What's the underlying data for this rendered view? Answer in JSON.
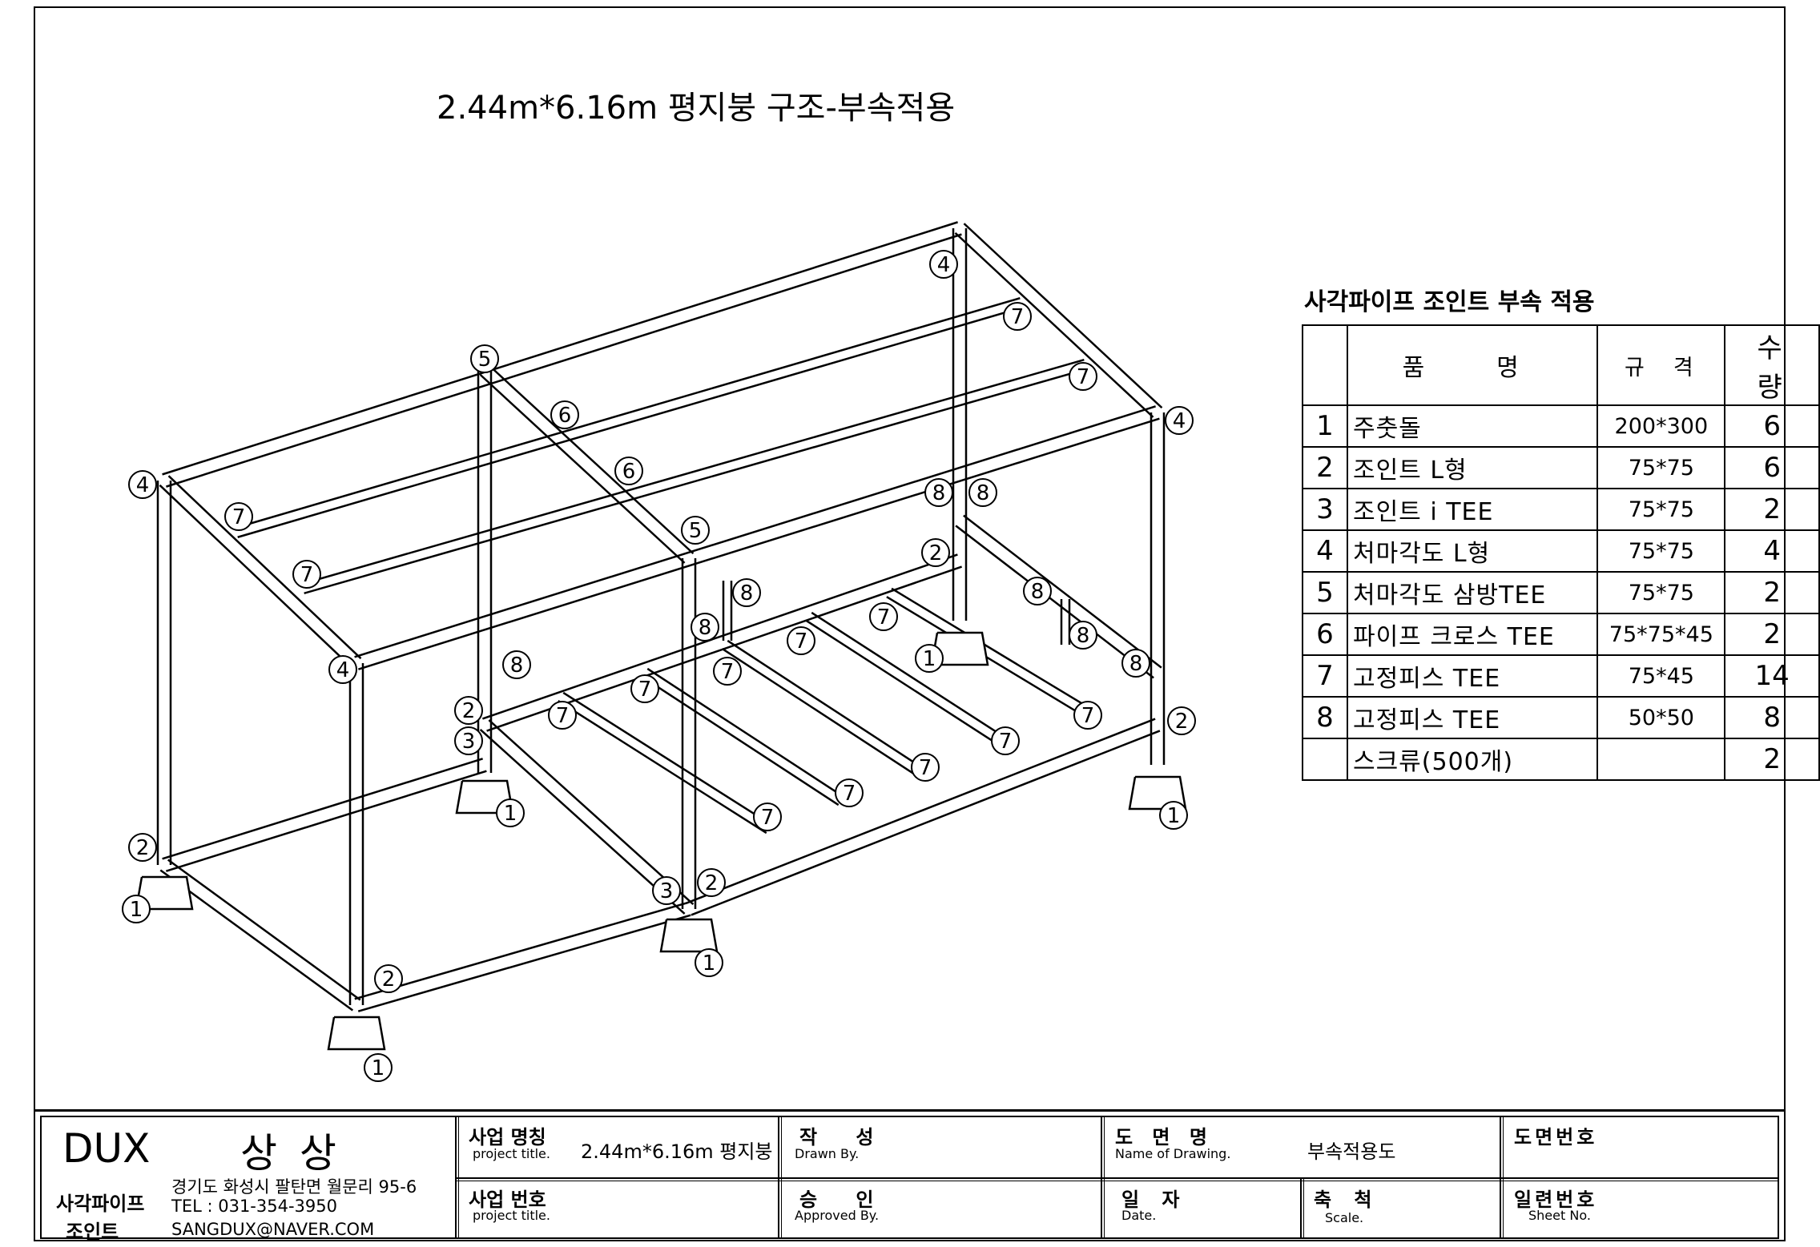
{
  "drawing_title": "2.44m*6.16m 평지붕 구조-부속적용",
  "table_title": "사각파이프 조인트 부속 적용",
  "table_headers": {
    "name": "품명",
    "spec": "규격",
    "qty": "수량"
  },
  "parts": [
    {
      "no": "1",
      "name": "주춧돌",
      "spec": "200*300",
      "qty": "6"
    },
    {
      "no": "2",
      "name": "조인트 L형",
      "spec": "75*75",
      "qty": "6"
    },
    {
      "no": "3",
      "name": "조인트 i TEE",
      "spec": "75*75",
      "qty": "2"
    },
    {
      "no": "4",
      "name": "처마각도 L형",
      "spec": "75*75",
      "qty": "4"
    },
    {
      "no": "5",
      "name": "처마각도 삼방TEE",
      "spec": "75*75",
      "qty": "2"
    },
    {
      "no": "6",
      "name": "파이프 크로스 TEE",
      "spec": "75*75*45",
      "qty": "2"
    },
    {
      "no": "7",
      "name": "고정피스 TEE",
      "spec": "75*45",
      "qty": "14"
    },
    {
      "no": "8",
      "name": "고정피스 TEE",
      "spec": "50*50",
      "qty": "8"
    },
    {
      "no": "",
      "name": "스크류(500개)",
      "spec": "",
      "qty": "2"
    }
  ],
  "title_block": {
    "company": "DUX",
    "company_kr": "상 상",
    "product_line1": "사각파이프",
    "product_line2": "조인트",
    "address": "경기도 화성시 팔탄면 월문리 95-6",
    "tel": "TEL : 031-354-3950",
    "email": "SANGDUX@NAVER.COM",
    "project_name_kr": "사업 명칭",
    "project_name_en": "project title.",
    "project_name_value": "2.44m*6.16m 평지붕",
    "project_no_kr": "사업 번호",
    "project_no_en": "project title.",
    "drawn_kr": "작 성",
    "drawn_en": "Drawn By.",
    "approved_kr": "승 인",
    "approved_en": "Approved By.",
    "drawing_name_kr": "도 면 명",
    "drawing_name_en": "Name of Drawing.",
    "drawing_name_value": "부속적용도",
    "date_kr": "일 자",
    "date_en": "Date.",
    "scale_kr": "축 척",
    "scale_en": "Scale.",
    "drawing_no_kr": "도면번호",
    "sheet_no_kr": "일련번호",
    "sheet_no_en": "Sheet No."
  },
  "callouts": [
    "1",
    "2",
    "3",
    "4",
    "5",
    "6",
    "7",
    "8"
  ]
}
